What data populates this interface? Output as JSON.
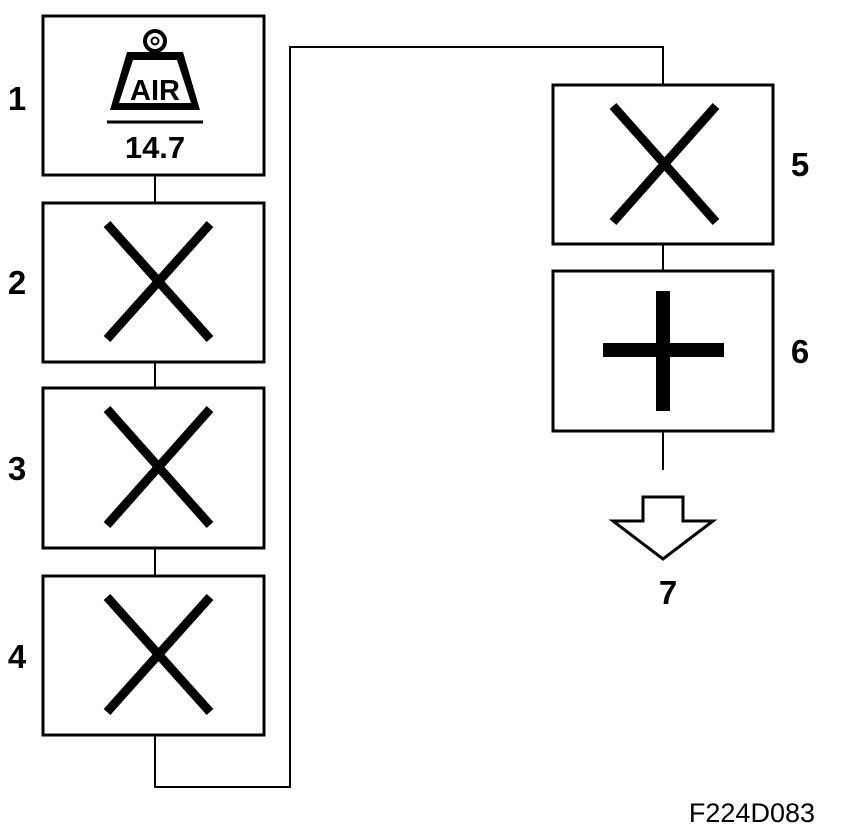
{
  "air_icon": {
    "label": "AIR",
    "value": "14.7",
    "icon": "weight-icon"
  },
  "steps": [
    {
      "number": "1",
      "operator": "air-constant"
    },
    {
      "number": "2",
      "operator": "multiply"
    },
    {
      "number": "3",
      "operator": "multiply"
    },
    {
      "number": "4",
      "operator": "multiply"
    },
    {
      "number": "5",
      "operator": "multiply"
    },
    {
      "number": "6",
      "operator": "add"
    }
  ],
  "result": {
    "number": "7",
    "icon": "down-arrow-icon"
  },
  "figure_id": "F224D083"
}
